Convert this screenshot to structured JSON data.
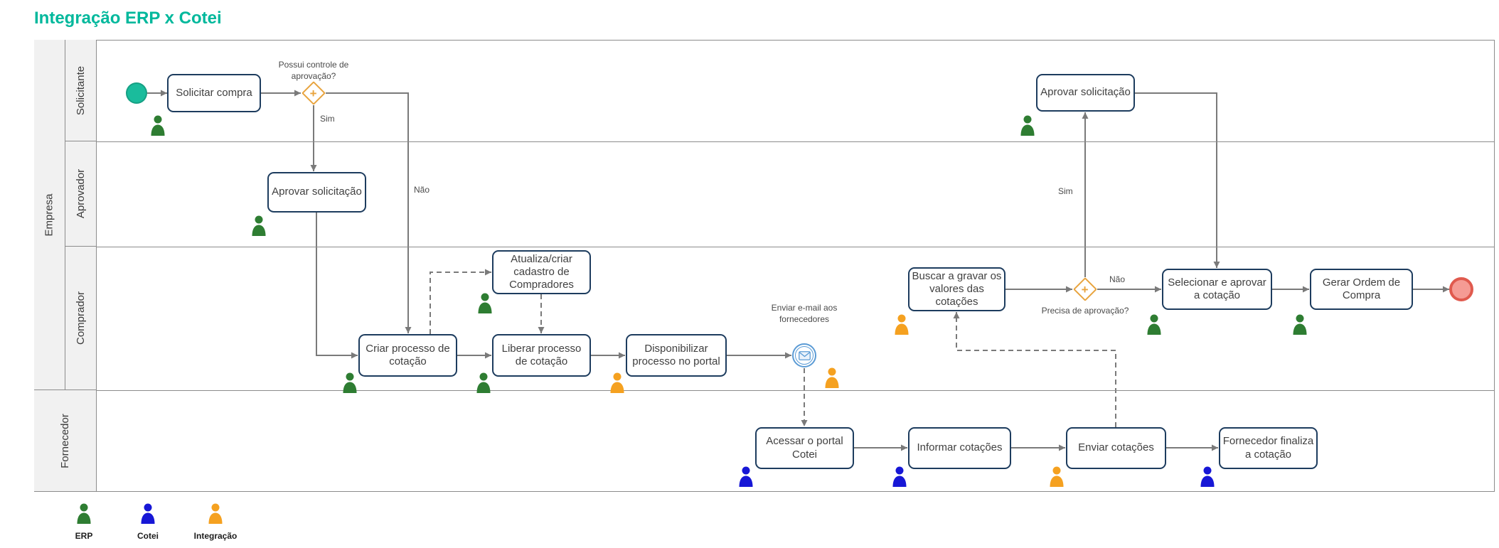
{
  "title": "Integração ERP x Cotei",
  "pool": {
    "empresa_label": "Empresa",
    "lanes": [
      "Solicitante",
      "Aprovador",
      "Comprador",
      "Fornecedor"
    ]
  },
  "tasks": {
    "solicitar_compra": "Solicitar compra",
    "aprovar_solicitacao": "Aprovar solicitação",
    "atualiza_cadastro": "Atualiza/criar cadastro de Compradores",
    "criar_processo": "Criar processo de cotação",
    "liberar_processo": "Liberar processo de cotação",
    "disponibilizar": "Disponibilizar processo no portal",
    "buscar_gravar": "Buscar a gravar os valores das cotações",
    "aprovar_solicitacao_2": "Aprovar solicitação",
    "selecionar_aprovar": "Selecionar e aprovar a cotação",
    "gerar_ordem": "Gerar Ordem de Compra",
    "acessar_portal": "Acessar o portal Cotei",
    "informar_cotacoes": "Informar cotações",
    "enviar_cotacoes": "Enviar cotações",
    "fornecedor_finaliza": "Fornecedor finaliza a cotação"
  },
  "gateways": {
    "gw1_question": "Possui controle de aprovação?",
    "gw2_question": "Precisa de aprovação?",
    "yes": "Sim",
    "no": "Não",
    "plus_glyph": "+"
  },
  "events": {
    "email_label": "Enviar e-mail aos fornecedores"
  },
  "legend": [
    {
      "label": "ERP",
      "color": "#2e7d32"
    },
    {
      "label": "Cotei",
      "color": "#1717d6"
    },
    {
      "label": "Integração",
      "color": "#f5a120"
    }
  ],
  "colors": {
    "accent": "#00b89c",
    "task_border": "#1d3c5e",
    "wire": "#7a7a7a",
    "gateway": "#e8a33d",
    "start_fill": "#1abc9c",
    "end_border": "#e05a4e",
    "end_fill": "#f59b94",
    "msg_blue": "#5b9bd5",
    "erp_green": "#2e7d32",
    "cotei_blue": "#1717d6",
    "integracao_orange": "#f5a120",
    "lane_header": "#f1f1f1",
    "lane_border": "#8c8c8c",
    "text": "#404040"
  }
}
